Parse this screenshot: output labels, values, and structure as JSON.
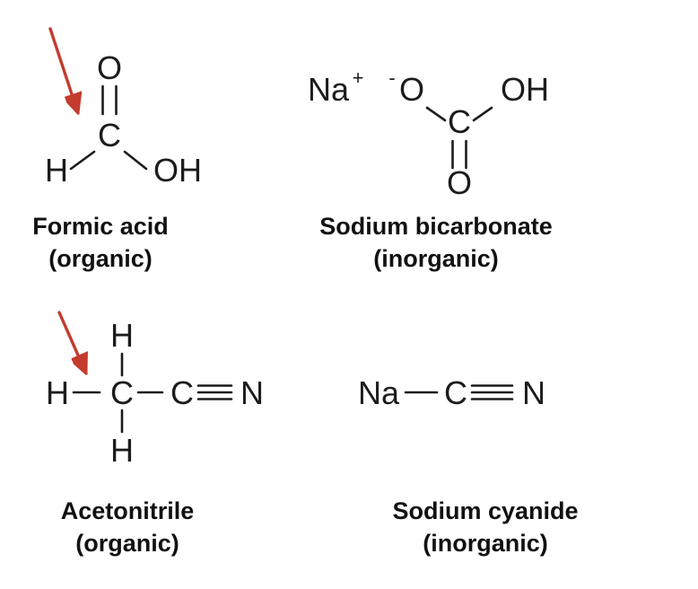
{
  "colors": {
    "background": "#ffffff",
    "bond": "#1c1c1c",
    "text": "#111111",
    "arrow": "#c43b2e"
  },
  "molecules": {
    "formic_acid": {
      "label": "Formic acid",
      "classification": "(organic)",
      "atoms": {
        "o_top": "O",
        "c": "C",
        "h": "H",
        "oh": "OH"
      }
    },
    "sodium_bicarbonate": {
      "label": "Sodium bicarbonate",
      "classification": "(inorganic)",
      "atoms": {
        "na": "Na",
        "na_charge": "+",
        "o_charge": "-",
        "o_left": "O",
        "c": "C",
        "oh": "OH",
        "o_bottom": "O"
      }
    },
    "acetonitrile": {
      "label": "Acetonitrile",
      "classification": "(organic)",
      "atoms": {
        "h_top": "H",
        "h_left": "H",
        "c1": "C",
        "c2": "C",
        "n": "N",
        "h_bottom": "H"
      }
    },
    "sodium_cyanide": {
      "label": "Sodium cyanide",
      "classification": "(inorganic)",
      "atoms": {
        "na": "Na",
        "c": "C",
        "n": "N"
      }
    }
  }
}
